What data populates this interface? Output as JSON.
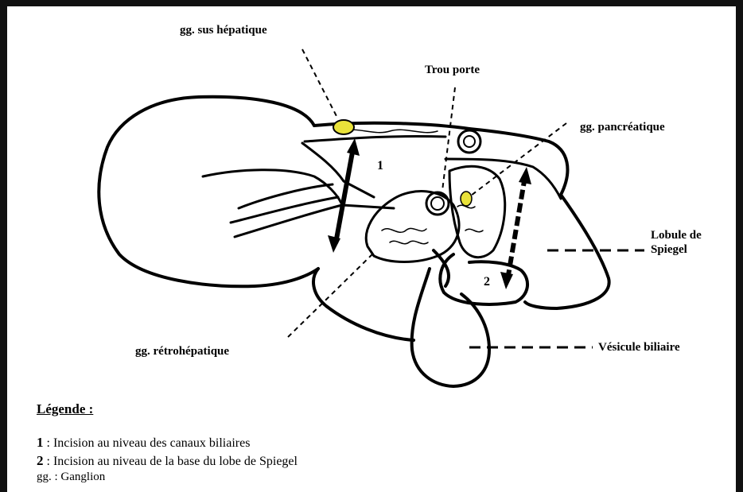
{
  "labels": {
    "gg_sus_hepatique": "gg. sus hépatique",
    "trou_porte": "Trou porte",
    "gg_pancreatique": "gg. pancréatique",
    "lobule_spiegel_1": "Lobule de",
    "lobule_spiegel_2": "Spiegel",
    "gg_retrohepatique": "gg. rétrohépatique",
    "vesicule_biliaire": "Vésicule biliaire",
    "marker_1": "1",
    "marker_2": "2"
  },
  "legend": {
    "title": "Légende :",
    "item1_num": "1",
    "item1_text": ": Incision au niveau  des canaux biliaires",
    "item2_num": "2",
    "item2_text": ": Incision au niveau de la base du lobe de Spiegel",
    "item3_text": "gg. : Ganglion"
  },
  "colors": {
    "ganglion_fill": "#e9e23a",
    "stroke": "#000000"
  }
}
